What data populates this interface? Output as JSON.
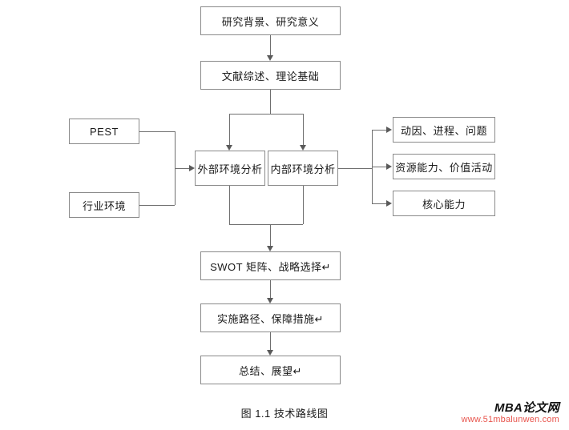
{
  "figure": {
    "caption": "图 1.1  技术路线图"
  },
  "nodes": {
    "background": "研究背景、研究意义",
    "literature": "文献综述、理论基础",
    "external_env": "外部环境分析",
    "internal_env": "内部环境分析",
    "pest": "PEST",
    "industry_env": "行业环境",
    "motivation": "动因、进程、问题",
    "resource": "资源能力、价值活动",
    "core_capability": "核心能力",
    "swot": "SWOT 矩阵、战略选择↵",
    "implementation": "实施路径、保障措施↵",
    "conclusion": "总结、展望↵"
  },
  "watermark": {
    "brand": "MBA论文网",
    "url": "www.51mbalunwen.com"
  },
  "colors": {
    "box_border": "#8a8a8a",
    "line": "#6f6f6f",
    "text": "#1a1a1a",
    "watermark_url": "#e8554d"
  }
}
